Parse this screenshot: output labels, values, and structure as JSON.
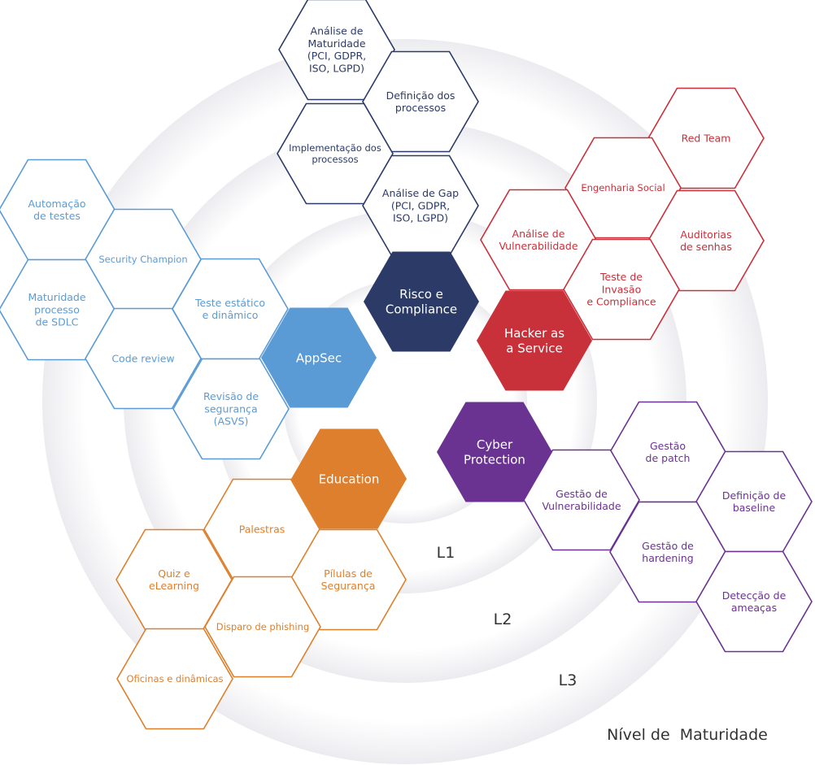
{
  "colors": {
    "appsec": "#5b9bd5",
    "risco": "#2b3a67",
    "hacker": "#c8303a",
    "cyber": "#6a3391",
    "education": "#dd7f2c",
    "levels": "#333333",
    "ring_fill": "#f7f7f9"
  },
  "levels": {
    "l1": "L1",
    "l2": "L2",
    "l3": "L3",
    "caption": "Nível de  Maturidade"
  },
  "groups": {
    "risco": {
      "core": [
        "Risco e",
        "Compliance"
      ],
      "items": [
        [
          "Análise de",
          "Maturidade",
          "(PCI, GDPR,",
          "ISO, LGPD)"
        ],
        [
          "Definição dos",
          "processos"
        ],
        [
          "Implementação dos",
          "processos"
        ],
        [
          "Análise de Gap",
          "(PCI, GDPR,",
          "ISO, LGPD)"
        ]
      ]
    },
    "hacker": {
      "core": [
        "Hacker as",
        "a Service"
      ],
      "items": [
        [
          "Red Team"
        ],
        [
          "Engenharia Social"
        ],
        [
          "Análise de",
          "Vulnerabilidade"
        ],
        [
          "Auditorias",
          "de senhas"
        ],
        [
          "Teste de",
          "Invasão",
          "e Compliance"
        ]
      ]
    },
    "appsec": {
      "core": [
        "AppSec"
      ],
      "items": [
        [
          "Automação",
          "de testes"
        ],
        [
          "Security Champion"
        ],
        [
          "Maturidade",
          "processo",
          "de SDLC"
        ],
        [
          "Teste estático",
          "e dinâmico"
        ],
        [
          "Code review"
        ],
        [
          "Revisão de",
          "segurança",
          "(ASVS)"
        ]
      ]
    },
    "cyber": {
      "core": [
        "Cyber",
        "Protection"
      ],
      "items": [
        [
          "Gestão",
          "de patch"
        ],
        [
          "Gestão de",
          "Vulnerabilidade"
        ],
        [
          "Definição de",
          "baseline"
        ],
        [
          "Gestão de",
          "hardening"
        ],
        [
          "Detecção de",
          "ameaças"
        ]
      ]
    },
    "education": {
      "core": [
        "Education"
      ],
      "items": [
        [
          "Palestras"
        ],
        [
          "Quiz e",
          "eLearning"
        ],
        [
          "Pílulas de",
          "Segurança"
        ],
        [
          "Disparo de phishing"
        ],
        [
          "Oficinas e dinâmicas"
        ]
      ]
    }
  }
}
